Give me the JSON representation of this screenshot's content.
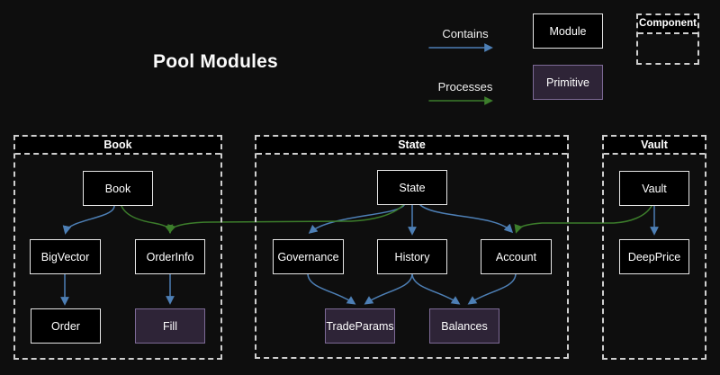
{
  "title": "Pool Modules",
  "legend": {
    "contains": {
      "label": "Contains",
      "color": "#4d7fb5"
    },
    "processes": {
      "label": "Processes",
      "color": "#3c7d2b"
    },
    "module": {
      "label": "Module"
    },
    "primitive": {
      "label": "Primitive"
    },
    "component": {
      "label": "Component"
    }
  },
  "clusters": {
    "book": {
      "title": "Book"
    },
    "state": {
      "title": "State"
    },
    "vault": {
      "title": "Vault"
    }
  },
  "nodes": {
    "book": {
      "label": "Book",
      "type": "module"
    },
    "bigvector": {
      "label": "BigVector",
      "type": "module"
    },
    "orderinfo": {
      "label": "OrderInfo",
      "type": "module"
    },
    "order": {
      "label": "Order",
      "type": "module"
    },
    "fill": {
      "label": "Fill",
      "type": "primitive"
    },
    "state": {
      "label": "State",
      "type": "module"
    },
    "governance": {
      "label": "Governance",
      "type": "module"
    },
    "history": {
      "label": "History",
      "type": "module"
    },
    "account": {
      "label": "Account",
      "type": "module"
    },
    "tradeparams": {
      "label": "TradeParams",
      "type": "primitive"
    },
    "balances": {
      "label": "Balances",
      "type": "primitive"
    },
    "vault": {
      "label": "Vault",
      "type": "module"
    },
    "deepprice": {
      "label": "DeepPrice",
      "type": "module"
    }
  },
  "edges": [
    {
      "from": "book",
      "to": "bigvector",
      "type": "contains"
    },
    {
      "from": "bigvector",
      "to": "order",
      "type": "contains"
    },
    {
      "from": "orderinfo",
      "to": "fill",
      "type": "contains"
    },
    {
      "from": "state",
      "to": "governance",
      "type": "contains"
    },
    {
      "from": "state",
      "to": "history",
      "type": "contains"
    },
    {
      "from": "state",
      "to": "account",
      "type": "contains"
    },
    {
      "from": "governance",
      "to": "tradeparams",
      "type": "contains"
    },
    {
      "from": "history",
      "to": "tradeparams",
      "type": "contains"
    },
    {
      "from": "history",
      "to": "balances",
      "type": "contains"
    },
    {
      "from": "account",
      "to": "balances",
      "type": "contains"
    },
    {
      "from": "vault",
      "to": "deepprice",
      "type": "contains"
    },
    {
      "from": "book",
      "to": "orderinfo",
      "type": "processes"
    },
    {
      "from": "state",
      "to": "orderinfo",
      "type": "processes"
    },
    {
      "from": "vault",
      "to": "account",
      "type": "processes"
    }
  ],
  "colors": {
    "background": "#0e0e0e",
    "node_bg": "#000000",
    "node_border": "#e6e6e6",
    "primitive_bg": "#2e2437",
    "primitive_border": "#7d6a96",
    "cluster_border": "#cfcfcf",
    "contains_edge": "#4d7fb5",
    "processes_edge": "#3c7d2b"
  }
}
